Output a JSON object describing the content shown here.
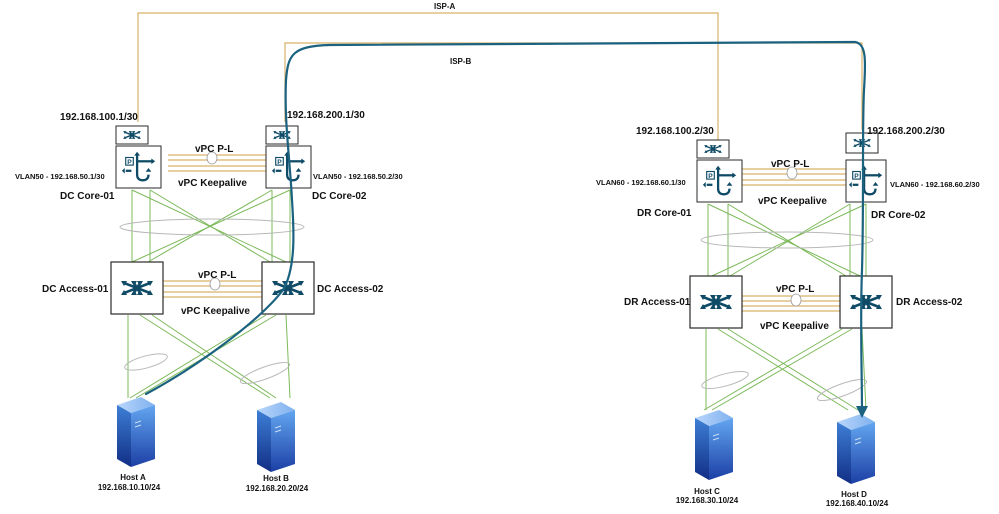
{
  "links": {
    "isp_a": "ISP-A",
    "isp_b": "ISP-B"
  },
  "dc": {
    "core1": {
      "ip": "192.168.100.1/30",
      "vlan": "VLAN50 - 192.168.50.1/30",
      "name": "DC Core-01"
    },
    "core2": {
      "ip": "192.168.200.1/30",
      "vlan": "VLAN50 - 192.168.50.2/30",
      "name": "DC Core-02"
    },
    "core_peer_link": "vPC P-L",
    "core_keepalive": "vPC Keepalive",
    "access1": {
      "name": "DC Access-01"
    },
    "access2": {
      "name": "DC Access-02"
    },
    "access_peer_link": "vPC P-L",
    "access_keepalive": "vPC Keepalive",
    "hostA": {
      "name": "Host A",
      "ip": "192.168.10.10/24"
    },
    "hostB": {
      "name": "Host B",
      "ip": "192.168.20.20/24"
    }
  },
  "dr": {
    "core1": {
      "ip": "192.168.100.2/30",
      "vlan": "VLAN60 - 192.168.60.1/30",
      "name": "DR Core-01"
    },
    "core2": {
      "ip": "192.168.200.2/30",
      "vlan": "VLAN60 - 192.168.60.2/30",
      "name": "DR Core-02"
    },
    "core_peer_link": "vPC P-L",
    "core_keepalive": "vPC Keepalive",
    "access1": {
      "name": "DR Access-01"
    },
    "access2": {
      "name": "DR Access-02"
    },
    "access_peer_link": "vPC P-L",
    "access_keepalive": "vPC Keepalive",
    "hostC": {
      "name": "Host C",
      "ip": "192.168.30.10/24"
    },
    "hostD": {
      "name": "Host D",
      "ip": "192.168.40.10/24"
    }
  },
  "colors": {
    "device_icon": "#0f4b66",
    "uplink": "#7cb95a",
    "isp_link": "#d9b26a",
    "traffic_path": "#1a6280",
    "server_light": "#4a90e2",
    "server_dark": "#1b3fa3"
  }
}
